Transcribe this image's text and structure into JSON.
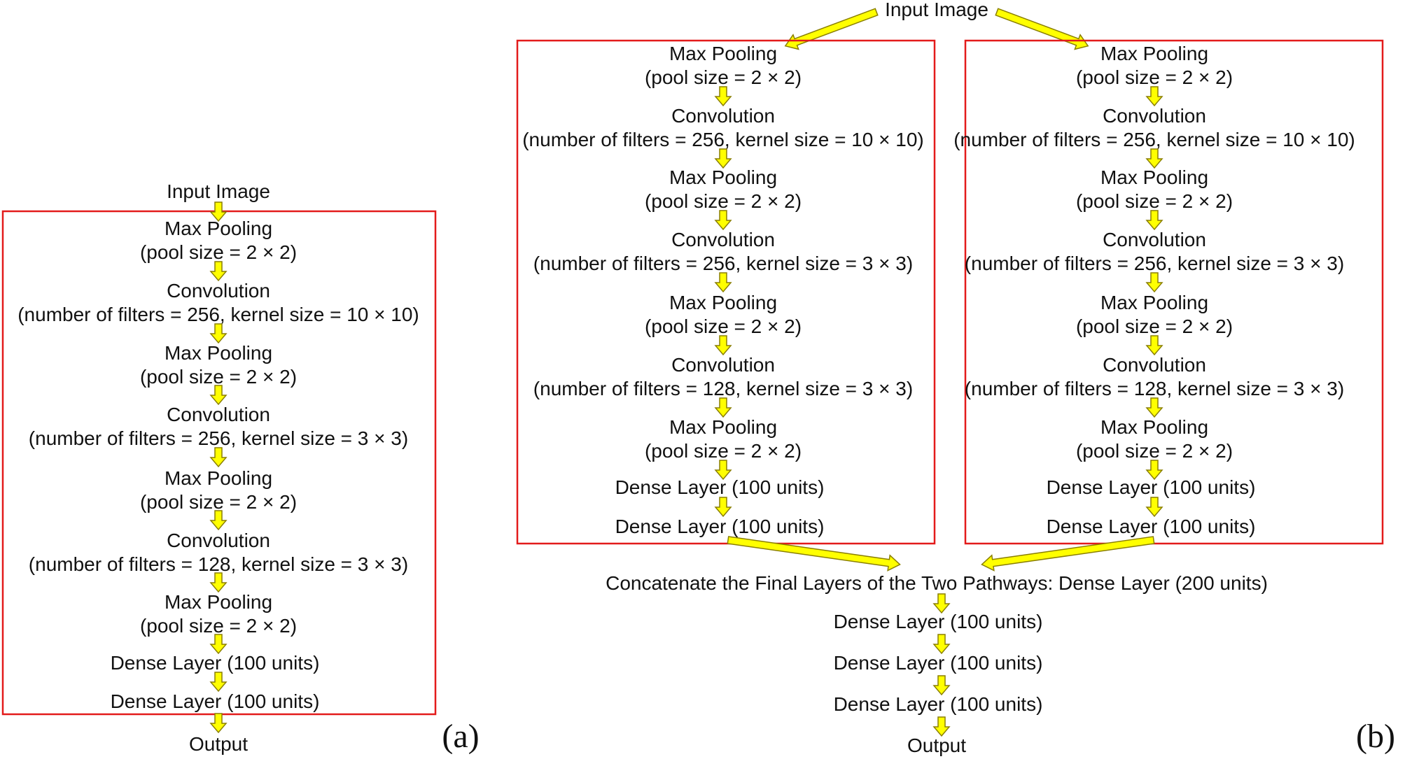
{
  "panel_a": {
    "tag": "(a)",
    "input": "Input Image",
    "output": "Output",
    "layers": [
      "Max Pooling",
      "(pool size = 2 × 2)",
      "Convolution",
      "(number of filters = 256, kernel size = 10 × 10)",
      "Max Pooling",
      "(pool size = 2 × 2)",
      "Convolution",
      "(number of filters = 256, kernel size = 3 × 3)",
      "Max Pooling",
      "(pool size = 2 × 2)",
      "Convolution",
      "(number of filters = 128, kernel size = 3 × 3)",
      "Max Pooling",
      "(pool size = 2 × 2)",
      "Dense Layer (100 units)",
      "Dense Layer (100 units)"
    ]
  },
  "panel_b": {
    "tag": "(b)",
    "input": "Input Image",
    "output": "Output",
    "pathway_left": [
      "Max Pooling",
      "(pool size = 2 × 2)",
      "Convolution",
      "(number of filters = 256, kernel size = 10 × 10)",
      "Max Pooling",
      "(pool size = 2 × 2)",
      "Convolution",
      "(number of filters = 256, kernel size = 3 × 3)",
      "Max Pooling",
      "(pool size = 2 × 2)",
      "Convolution",
      "(number of filters = 128, kernel size = 3 × 3)",
      "Max Pooling",
      "(pool size = 2 × 2)",
      "Dense Layer (100 units)",
      "Dense Layer (100 units)"
    ],
    "pathway_right": [
      "Max Pooling",
      "(pool size = 2 × 2)",
      "Convolution",
      "(number of filters = 256, kernel size = 10 × 10)",
      "Max Pooling",
      "(pool size = 2 × 2)",
      "Convolution",
      "(number of filters = 256, kernel size = 3 × 3)",
      "Max Pooling",
      "(pool size = 2 × 2)",
      "Convolution",
      "(number of filters = 128, kernel size = 3 × 3)",
      "Max Pooling",
      "(pool size = 2 × 2)",
      "Dense Layer (100 units)",
      "Dense Layer (100 units)"
    ],
    "concat": "Concatenate the Final Layers of the Two Pathways: Dense Layer (200 units)",
    "tail": [
      "Dense Layer (100 units)",
      "Dense Layer (100 units)",
      "Dense Layer (100 units)"
    ]
  },
  "colors": {
    "frame": "#e31b1b",
    "arrow_fill": "#ffff00",
    "arrow_stroke": "#8a7f00"
  }
}
